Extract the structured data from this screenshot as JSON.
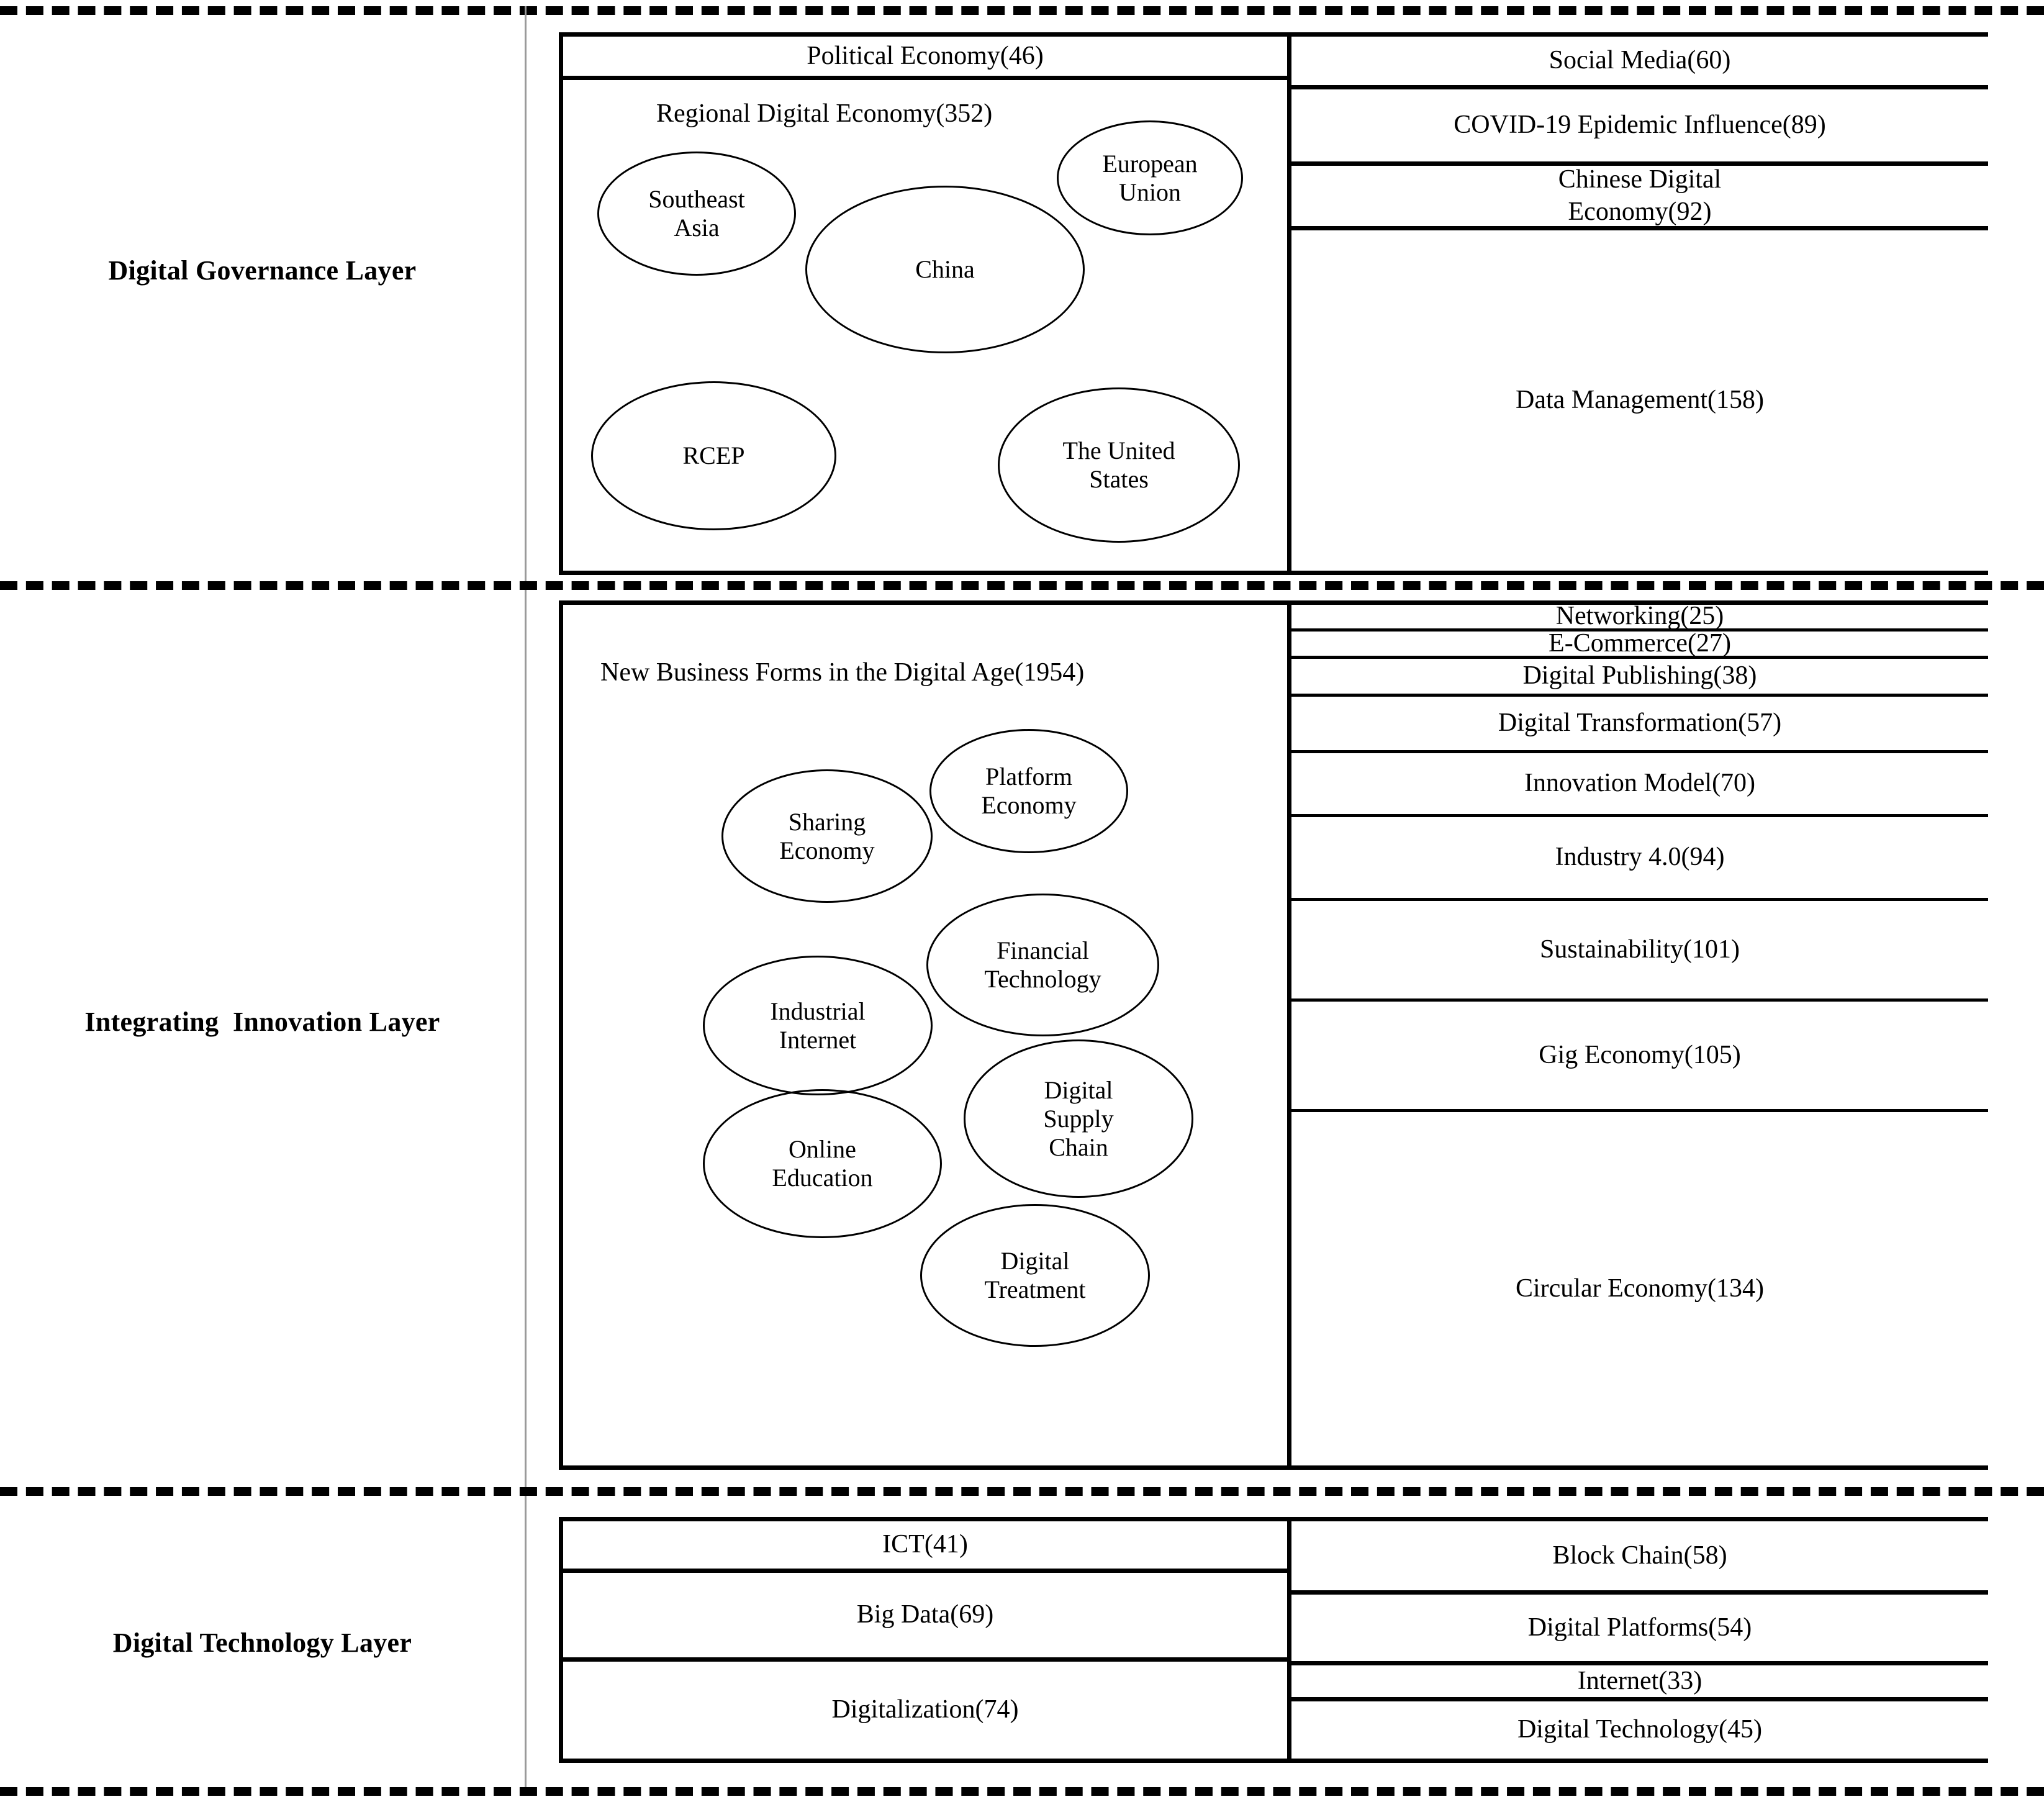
{
  "figure": {
    "type": "layered-concept-diagram",
    "layers": [
      {
        "id": "governance",
        "label": "Digital Governance Layer",
        "left_column": {
          "rows": [
            {
              "label": "Political Economy(46)"
            }
          ],
          "cluster": {
            "title": "Regional Digital Economy(352)",
            "nodes": [
              {
                "label": "European\nUnion"
              },
              {
                "label": "Southeast\nAsia"
              },
              {
                "label": "China"
              },
              {
                "label": "RCEP"
              },
              {
                "label": "The United\nStates"
              }
            ]
          }
        },
        "right_column": {
          "rows": [
            {
              "label": "Social Media(60)"
            },
            {
              "label": "COVID-19 Epidemic Influence(89)"
            },
            {
              "label": "Chinese Digital\nEconomy(92)"
            },
            {
              "label": "Data Management(158)"
            }
          ]
        }
      },
      {
        "id": "integrating",
        "label": "Integrating  Innovation Layer",
        "left_column": {
          "rows": [],
          "cluster": {
            "title": "New Business Forms in the Digital Age(1954)",
            "nodes": [
              {
                "label": "Platform\nEconomy"
              },
              {
                "label": "Sharing\nEconomy"
              },
              {
                "label": "Financial\nTechnology"
              },
              {
                "label": "Industrial\nInternet"
              },
              {
                "label": "Digital\nSupply\nChain"
              },
              {
                "label": "Online\nEducation"
              },
              {
                "label": "Digital\nTreatment"
              }
            ]
          }
        },
        "right_column": {
          "rows": [
            {
              "label": "Networking(25)"
            },
            {
              "label": "E-Commerce(27)"
            },
            {
              "label": "Digital Publishing(38)"
            },
            {
              "label": "Digital Transformation(57)"
            },
            {
              "label": "Innovation Model(70)"
            },
            {
              "label": "Industry 4.0(94)"
            },
            {
              "label": "Sustainability(101)"
            },
            {
              "label": "Gig Economy(105)"
            },
            {
              "label": "Circular Economy(134)"
            }
          ]
        }
      },
      {
        "id": "technology",
        "label": "Digital Technology Layer",
        "left_column": {
          "rows": [
            {
              "label": "ICT(41)"
            },
            {
              "label": "Big Data(69)"
            },
            {
              "label": "Digitalization(74)"
            }
          ],
          "cluster": null
        },
        "right_column": {
          "rows": [
            {
              "label": "Block Chain(58)"
            },
            {
              "label": "Digital Platforms(54)"
            },
            {
              "label": "Internet(33)"
            },
            {
              "label": "Digital Technology(45)"
            }
          ]
        }
      }
    ],
    "colors": {
      "stroke": "#000000",
      "background": "#ffffff",
      "divider": "#9a9a9a"
    }
  }
}
